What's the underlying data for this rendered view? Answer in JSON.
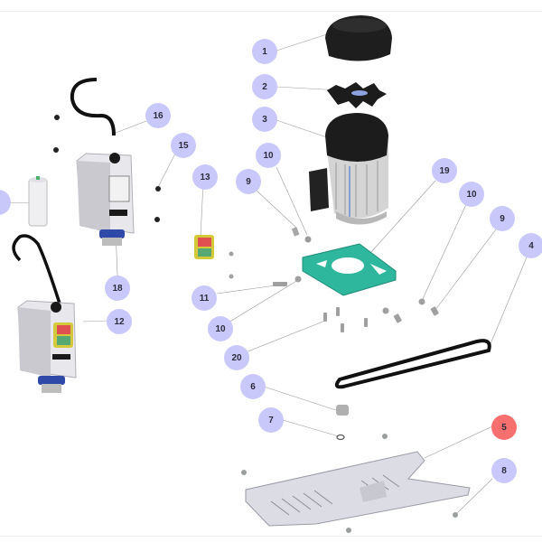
{
  "diagram": {
    "title": "Exploded parts view",
    "bubble_color": "#c9c8fb",
    "active_bubble_color": "#f76f6f",
    "callouts": [
      {
        "id": "c1",
        "label": "1",
        "part": "motor-fan-cover"
      },
      {
        "id": "c2",
        "label": "2",
        "part": "cooling-fan"
      },
      {
        "id": "c3",
        "label": "3",
        "part": "electric-motor"
      },
      {
        "id": "c10a",
        "label": "10",
        "part": "nut"
      },
      {
        "id": "c9a",
        "label": "9",
        "part": "bolt"
      },
      {
        "id": "c19",
        "label": "19",
        "part": "motor-mount-plate"
      },
      {
        "id": "c10b",
        "label": "10",
        "part": "nut"
      },
      {
        "id": "c9b",
        "label": "9",
        "part": "bolt"
      },
      {
        "id": "c4",
        "label": "4",
        "part": "drive-belt"
      },
      {
        "id": "c16",
        "label": "16",
        "part": "power-cable"
      },
      {
        "id": "c15",
        "label": "15",
        "part": "switch-screw"
      },
      {
        "id": "c13",
        "label": "13",
        "part": "switch-button"
      },
      {
        "id": "c17",
        "label": "",
        "part": "capacitor"
      },
      {
        "id": "c18",
        "label": "18",
        "part": "switch-box"
      },
      {
        "id": "c11",
        "label": "11",
        "part": "bolt"
      },
      {
        "id": "c10c",
        "label": "10",
        "part": "nut"
      },
      {
        "id": "c12",
        "label": "12",
        "part": "on-off-switch-box"
      },
      {
        "id": "c20",
        "label": "20",
        "part": "screws"
      },
      {
        "id": "c6",
        "label": "6",
        "part": "pulley-nut"
      },
      {
        "id": "c7",
        "label": "7",
        "part": "washer"
      },
      {
        "id": "c5",
        "label": "5",
        "part": "belt-guard",
        "active": true
      },
      {
        "id": "c8",
        "label": "8",
        "part": "screw"
      }
    ]
  }
}
